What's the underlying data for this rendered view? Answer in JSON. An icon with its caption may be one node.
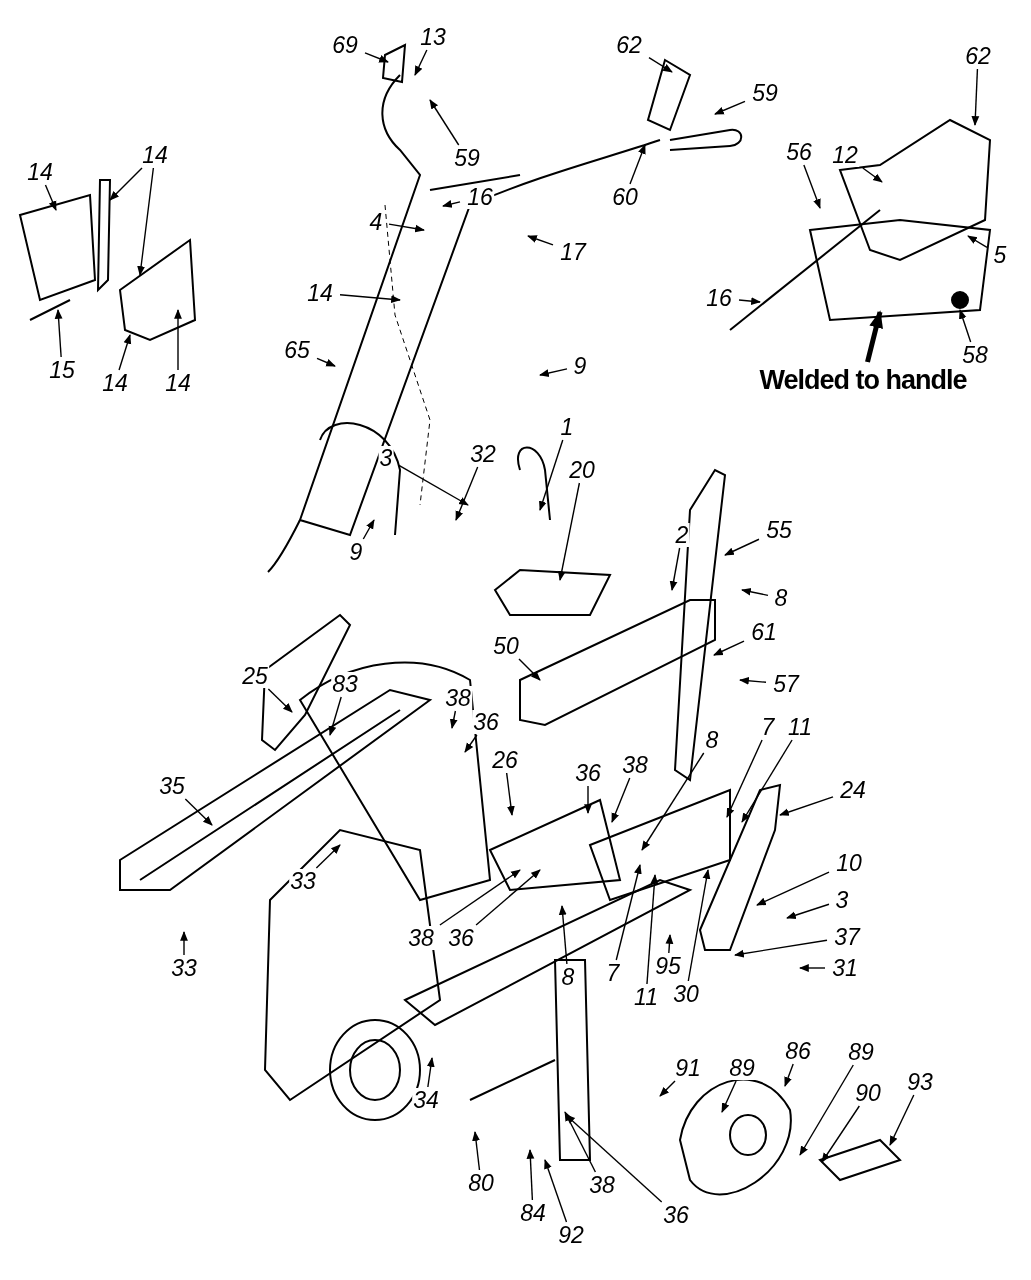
{
  "diagram": {
    "nodes": [
      {
        "text": [
          "69"
        ]
      },
      {
        "text": [
          "13"
        ]
      },
      {
        "text": [
          "59"
        ]
      },
      {
        "text": [
          "62"
        ]
      },
      {
        "text": [
          "59"
        ]
      },
      {
        "text": [
          "60"
        ]
      },
      {
        "text": [
          "16"
        ]
      },
      {
        "text": [
          "17"
        ]
      },
      {
        "text": [
          "4"
        ]
      },
      {
        "text": [
          "14"
        ]
      },
      {
        "text": [
          "65"
        ]
      },
      {
        "text": [
          "9"
        ]
      },
      {
        "text": [
          "3"
        ]
      },
      {
        "text": [
          "9"
        ]
      },
      {
        "text": [
          "1"
        ]
      },
      {
        "text": [
          "32"
        ]
      },
      {
        "text": [
          "20"
        ]
      },
      {
        "text": [
          "55"
        ]
      },
      {
        "text": [
          "2"
        ]
      },
      {
        "text": [
          "8"
        ]
      },
      {
        "text": [
          "61"
        ]
      },
      {
        "text": [
          "50"
        ]
      },
      {
        "text": [
          "57"
        ]
      },
      {
        "text": [
          "25"
        ]
      },
      {
        "text": [
          "83"
        ]
      },
      {
        "text": [
          "38"
        ]
      },
      {
        "text": [
          "36"
        ]
      },
      {
        "text": [
          "35"
        ]
      },
      {
        "text": [
          "33"
        ]
      },
      {
        "text": [
          "26"
        ]
      },
      {
        "text": [
          "36"
        ]
      },
      {
        "text": [
          "38"
        ]
      },
      {
        "text": [
          "8"
        ]
      },
      {
        "text": [
          "7"
        ]
      },
      {
        "text": [
          "11"
        ]
      },
      {
        "text": [
          "24"
        ]
      },
      {
        "text": [
          "10"
        ]
      },
      {
        "text": [
          "3"
        ]
      },
      {
        "text": [
          "37"
        ]
      },
      {
        "text": [
          "31"
        ]
      },
      {
        "text": [
          "33"
        ]
      },
      {
        "text": [
          "38"
        ]
      },
      {
        "text": [
          "36"
        ]
      },
      {
        "text": [
          "8"
        ]
      },
      {
        "text": [
          "7"
        ]
      },
      {
        "text": [
          "11"
        ]
      },
      {
        "text": [
          "95"
        ]
      },
      {
        "text": [
          "30"
        ]
      },
      {
        "text": [
          "34"
        ]
      },
      {
        "text": [
          "80"
        ]
      },
      {
        "text": [
          "84"
        ]
      },
      {
        "text": [
          "92"
        ]
      },
      {
        "text": [
          "38"
        ]
      },
      {
        "text": [
          "36"
        ]
      },
      {
        "text": [
          "91"
        ]
      },
      {
        "text": [
          "89"
        ]
      },
      {
        "text": [
          "86"
        ]
      },
      {
        "text": [
          "89"
        ]
      },
      {
        "text": [
          "90"
        ]
      },
      {
        "text": [
          "93"
        ]
      },
      {
        "text": [
          "14"
        ]
      },
      {
        "text": [
          "14"
        ]
      },
      {
        "text": [
          "15"
        ]
      },
      {
        "text": [
          "14"
        ]
      },
      {
        "text": [
          "14"
        ]
      },
      {
        "text": [
          "62"
        ]
      },
      {
        "text": [
          "12"
        ]
      },
      {
        "text": [
          "56"
        ]
      },
      {
        "text": [
          "5"
        ]
      },
      {
        "text": [
          "16"
        ]
      },
      {
        "text": [
          "58"
        ]
      },
      {
        "text": [
          "Welded to handle"
        ]
      }
    ],
    "edges": [
      {
        "from": 0,
        "to": null,
        "arrow": "to"
      },
      {
        "from": 1,
        "to": null,
        "arrow": "to"
      },
      {
        "from": 2,
        "to": null,
        "arrow": "to"
      },
      {
        "from": 3,
        "to": null,
        "arrow": "to"
      },
      {
        "from": 4,
        "to": null,
        "arrow": "to"
      },
      {
        "from": 5,
        "to": null,
        "arrow": "to"
      },
      {
        "from": 6,
        "to": null,
        "arrow": "to"
      },
      {
        "from": 7,
        "to": null,
        "arrow": "to"
      },
      {
        "from": 8,
        "to": null,
        "arrow": "to"
      },
      {
        "from": 9,
        "to": null,
        "arrow": "to"
      },
      {
        "from": 10,
        "to": null,
        "arrow": "to"
      },
      {
        "from": 11,
        "to": null,
        "arrow": "to"
      },
      {
        "from": 12,
        "to": null,
        "arrow": "to"
      },
      {
        "from": 13,
        "to": null,
        "arrow": "to"
      },
      {
        "from": 14,
        "to": null,
        "arrow": "to"
      },
      {
        "from": 15,
        "to": null,
        "arrow": "to"
      },
      {
        "from": 16,
        "to": null,
        "arrow": "to"
      },
      {
        "from": 17,
        "to": null,
        "arrow": "to"
      },
      {
        "from": 18,
        "to": null,
        "arrow": "to"
      },
      {
        "from": 19,
        "to": null,
        "arrow": "to"
      },
      {
        "from": 20,
        "to": null,
        "arrow": "to"
      },
      {
        "from": 21,
        "to": null,
        "arrow": "to"
      },
      {
        "from": 22,
        "to": null,
        "arrow": "to"
      },
      {
        "from": 23,
        "to": null,
        "arrow": "to"
      },
      {
        "from": 24,
        "to": null,
        "arrow": "to"
      },
      {
        "from": 25,
        "to": null,
        "arrow": "to"
      },
      {
        "from": 26,
        "to": null,
        "arrow": "to"
      },
      {
        "from": 27,
        "to": null,
        "arrow": "to"
      },
      {
        "from": 28,
        "to": null,
        "arrow": "to"
      },
      {
        "from": 29,
        "to": null,
        "arrow": "to"
      },
      {
        "from": 30,
        "to": null,
        "arrow": "to"
      },
      {
        "from": 31,
        "to": null,
        "arrow": "to"
      },
      {
        "from": 32,
        "to": null,
        "arrow": "to"
      },
      {
        "from": 33,
        "to": null,
        "arrow": "to"
      },
      {
        "from": 34,
        "to": null,
        "arrow": "to"
      },
      {
        "from": 35,
        "to": null,
        "arrow": "to"
      },
      {
        "from": 36,
        "to": null,
        "arrow": "to"
      },
      {
        "from": 37,
        "to": null,
        "arrow": "to"
      },
      {
        "from": 38,
        "to": null,
        "arrow": "to"
      },
      {
        "from": 39,
        "to": null,
        "arrow": "to"
      },
      {
        "from": 40,
        "to": null,
        "arrow": "to"
      },
      {
        "from": 41,
        "to": null,
        "arrow": "to"
      },
      {
        "from": 42,
        "to": null,
        "arrow": "to"
      },
      {
        "from": 43,
        "to": null,
        "arrow": "to"
      },
      {
        "from": 44,
        "to": null,
        "arrow": "to"
      },
      {
        "from": 45,
        "to": null,
        "arrow": "to"
      },
      {
        "from": 46,
        "to": null,
        "arrow": "to"
      },
      {
        "from": 47,
        "to": null,
        "arrow": "to"
      },
      {
        "from": 48,
        "to": null,
        "arrow": "to"
      },
      {
        "from": 49,
        "to": null,
        "arrow": "to"
      },
      {
        "from": 50,
        "to": null,
        "arrow": "to"
      },
      {
        "from": 51,
        "to": null,
        "arrow": "to"
      },
      {
        "from": 52,
        "to": null,
        "arrow": "to"
      },
      {
        "from": 53,
        "to": null,
        "arrow": "to"
      },
      {
        "from": 54,
        "to": null,
        "arrow": "to"
      },
      {
        "from": 55,
        "to": null,
        "arrow": "to"
      },
      {
        "from": 56,
        "to": null,
        "arrow": "to"
      },
      {
        "from": 57,
        "to": null,
        "arrow": "to"
      },
      {
        "from": 58,
        "to": null,
        "arrow": "to"
      },
      {
        "from": 59,
        "to": null,
        "arrow": "to"
      },
      {
        "from": 60,
        "to": null,
        "arrow": "to"
      },
      {
        "from": 61,
        "to": null,
        "arrow": "to"
      },
      {
        "from": 61,
        "to": null,
        "arrow": "to"
      },
      {
        "from": 62,
        "to": null,
        "arrow": "to"
      },
      {
        "from": 63,
        "to": null,
        "arrow": "to"
      },
      {
        "from": 64,
        "to": null,
        "arrow": "to"
      },
      {
        "from": 65,
        "to": null,
        "arrow": "to"
      },
      {
        "from": 66,
        "to": null,
        "arrow": "to"
      },
      {
        "from": 67,
        "to": null,
        "arrow": "to"
      },
      {
        "from": 68,
        "to": null,
        "arrow": "to"
      },
      {
        "from": 69,
        "to": null,
        "arrow": "to"
      },
      {
        "from": 70,
        "to": null,
        "arrow": "to"
      },
      {
        "from": 71,
        "to": null,
        "arrow": "to",
        "style": "thick"
      }
    ]
  }
}
